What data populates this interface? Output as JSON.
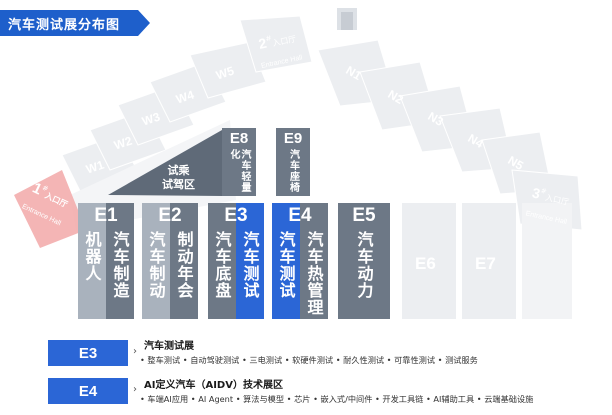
{
  "title": "汽车测试展分布图",
  "map": {
    "north_halls": [
      "W1",
      "W2",
      "W3",
      "W4",
      "W5"
    ],
    "east_halls": [
      "N1",
      "N2",
      "N3",
      "N4",
      "N5"
    ],
    "entrance1": {
      "num": "1",
      "sup": "#",
      "label": "入口厅",
      "en": "Entrance Hall"
    },
    "entrance2": {
      "num": "2",
      "sup": "#",
      "label": "入口厅",
      "en": "Entrance Hall"
    },
    "entrance3": {
      "num": "3",
      "sup": "#",
      "label": "入口厅",
      "en": "Entrance Hall"
    },
    "test_drive_area": "试乘\n试驾区",
    "e8": {
      "code": "E8",
      "label": "汽车轻量化"
    },
    "e9": {
      "code": "E9",
      "label": "汽车座椅"
    },
    "halls": [
      {
        "code": "E1",
        "cols": [
          "机器人",
          "汽车制造"
        ]
      },
      {
        "code": "E2",
        "cols": [
          "汽车制动",
          "制动年会"
        ]
      },
      {
        "code": "E3",
        "cols": [
          "汽车底盘",
          "汽车测试"
        ]
      },
      {
        "code": "E4",
        "cols": [
          "汽车测试",
          "汽车热管理"
        ]
      },
      {
        "code": "E5",
        "cols": [
          "汽车动力"
        ]
      },
      {
        "code": "E6",
        "cols": []
      },
      {
        "code": "E7",
        "cols": []
      }
    ]
  },
  "legend": [
    {
      "badge": "E3",
      "title": "汽车测试展",
      "items": "• 整车测试  • 自动驾驶测试  • 三电测试  • 软硬件测试  • 耐久性测试  • 可靠性测试  • 测试服务"
    },
    {
      "badge": "E4",
      "title": "AI定义汽车（AIDV）技术展区",
      "items": "• 车端AI应用  • AI Agent  • 算法与模型 • 芯片  • 嵌入式/中间件  • 开发工具链  • AI辅助工具  • 云端基础设施"
    }
  ],
  "colors": {
    "accent": "#2b66d6",
    "title_bg": "#1e5fcb",
    "dark": "#6d7886",
    "light": "#a9b2bd",
    "entrance": "#f2a8a8"
  }
}
